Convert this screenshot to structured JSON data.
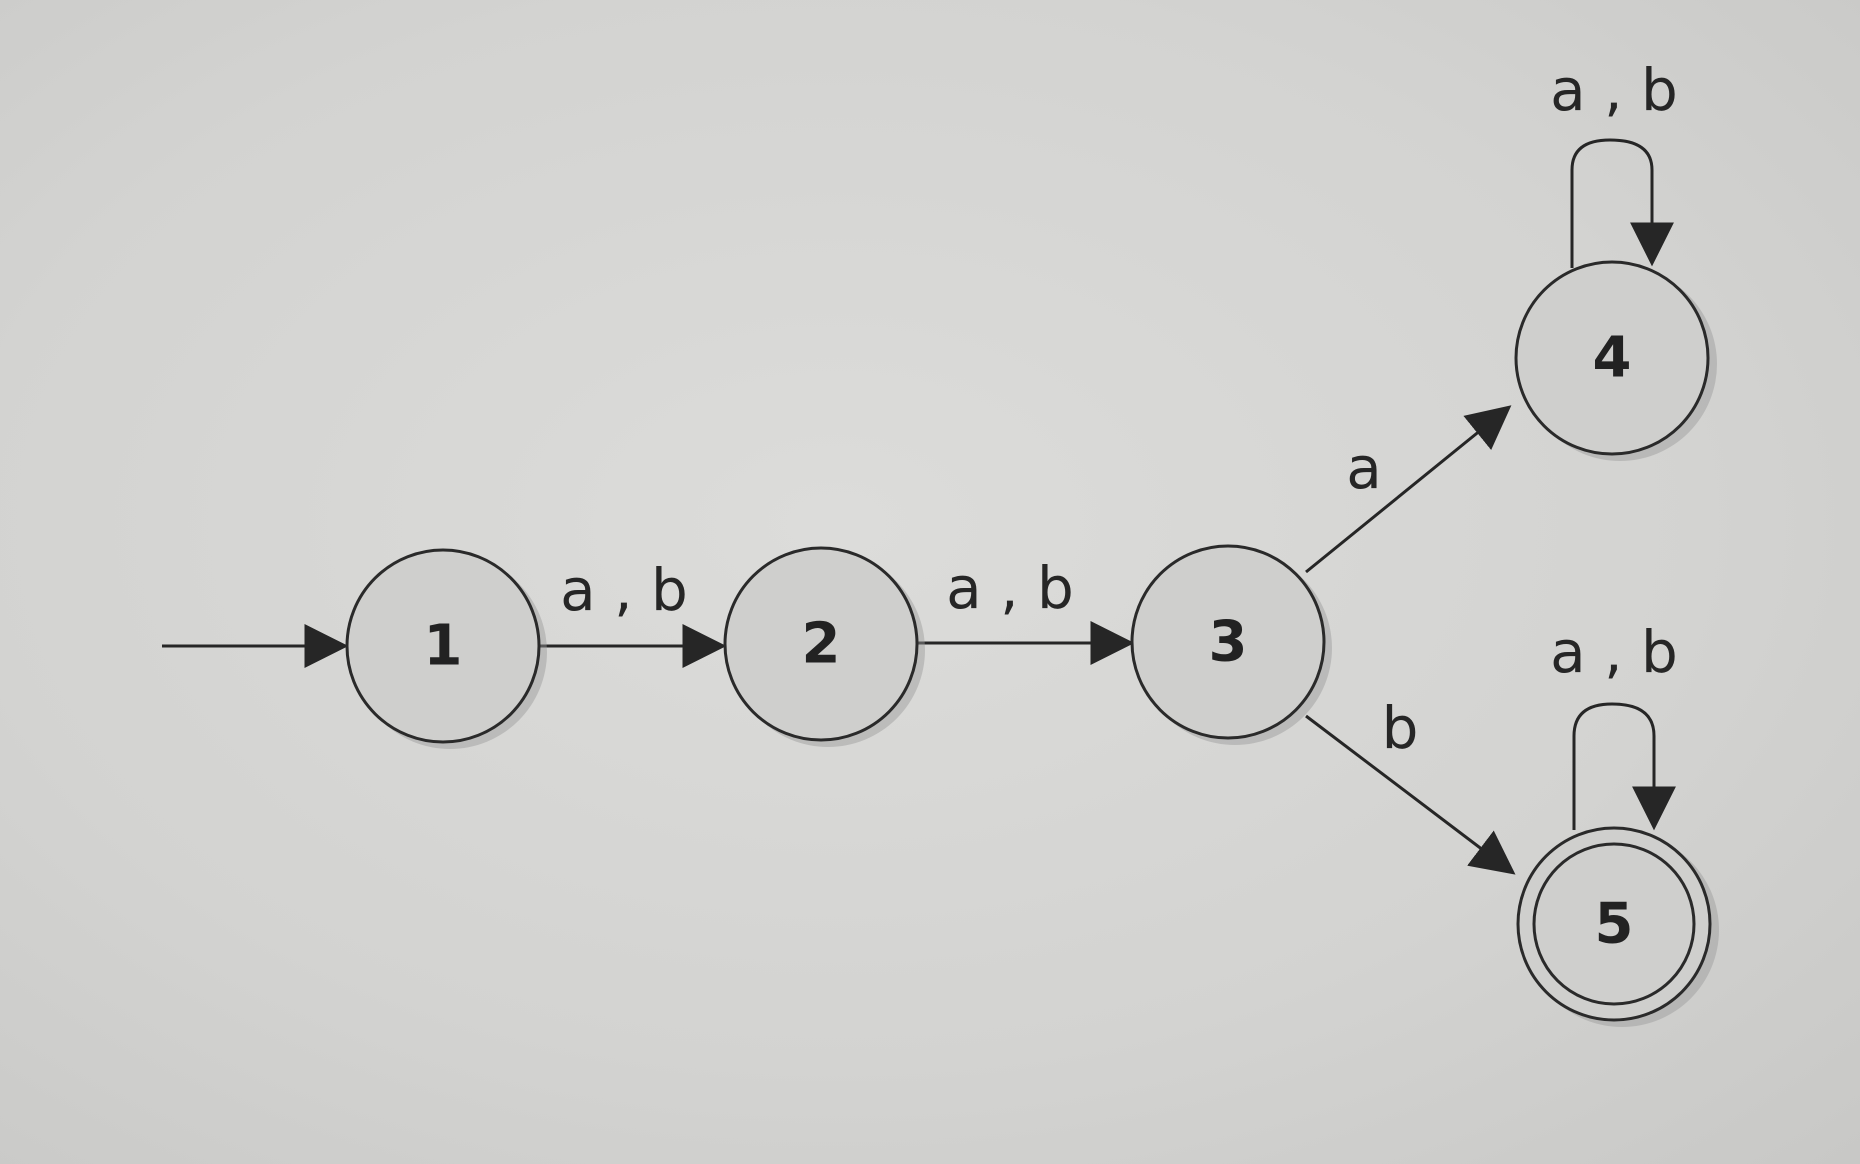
{
  "diagram": {
    "states": [
      {
        "id": "1",
        "label": "1",
        "accepting": false,
        "start": true
      },
      {
        "id": "2",
        "label": "2",
        "accepting": false,
        "start": false
      },
      {
        "id": "3",
        "label": "3",
        "accepting": false,
        "start": false
      },
      {
        "id": "4",
        "label": "4",
        "accepting": false,
        "start": false
      },
      {
        "id": "5",
        "label": "5",
        "accepting": true,
        "start": false
      }
    ],
    "transitions": [
      {
        "from": "1",
        "to": "2",
        "label": "a , b"
      },
      {
        "from": "2",
        "to": "3",
        "label": "a , b"
      },
      {
        "from": "3",
        "to": "4",
        "label": "a"
      },
      {
        "from": "3",
        "to": "5",
        "label": "b"
      },
      {
        "from": "4",
        "to": "4",
        "label": "a , b"
      },
      {
        "from": "5",
        "to": "5",
        "label": "a , b"
      }
    ]
  },
  "colors": {
    "ink": "#262626",
    "state_fill": "#cfcfcd",
    "paper": "#d6d6d4"
  }
}
